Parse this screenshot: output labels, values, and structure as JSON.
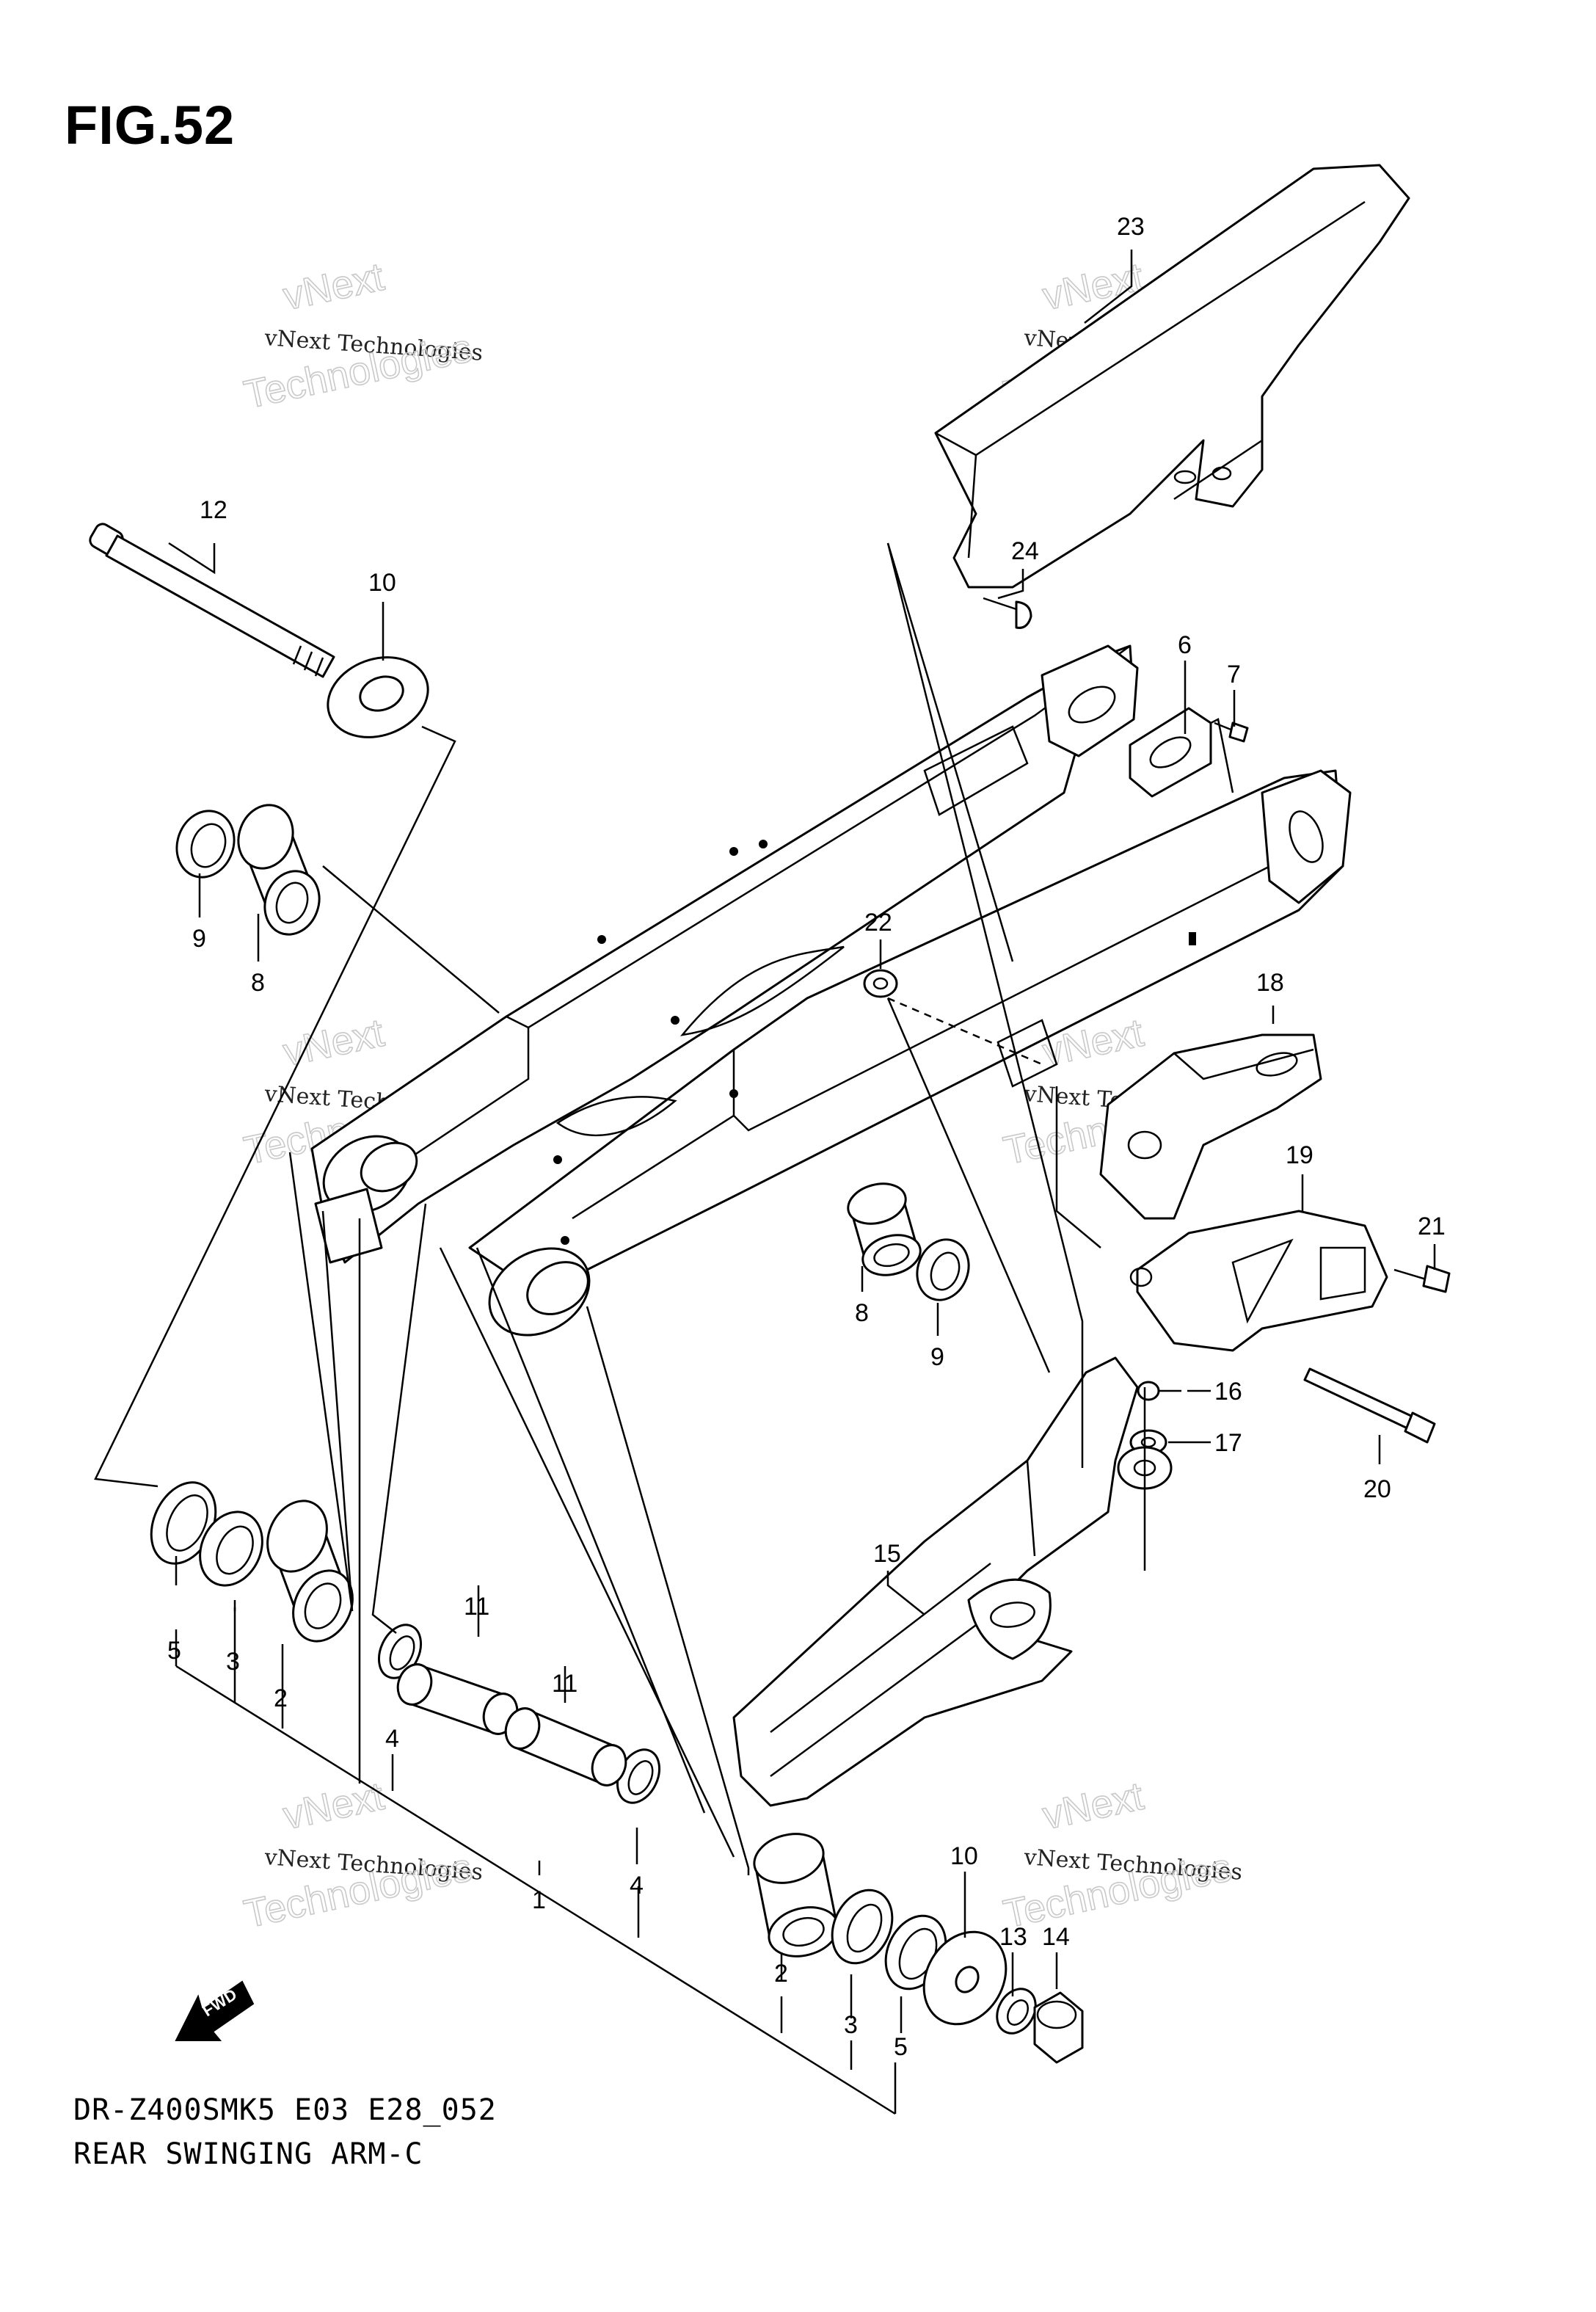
{
  "figure": {
    "title": "FIG.52",
    "model_code": "DR-Z400SMK5 E03 E28_052",
    "name": "REAR SWINGING ARM-C"
  },
  "watermark": {
    "line1": "vNext Technologies",
    "line2": "vNext",
    "line3": "Technologies"
  },
  "fwd_label": "FWD",
  "callouts": [
    {
      "id": "c23",
      "text": "23"
    },
    {
      "id": "c12",
      "text": "12"
    },
    {
      "id": "c10a",
      "text": "10"
    },
    {
      "id": "c24",
      "text": "24"
    },
    {
      "id": "c6",
      "text": "6"
    },
    {
      "id": "c7",
      "text": "7"
    },
    {
      "id": "c9a",
      "text": "9"
    },
    {
      "id": "c8a",
      "text": "8"
    },
    {
      "id": "c22",
      "text": "22"
    },
    {
      "id": "c18",
      "text": "18"
    },
    {
      "id": "c19",
      "text": "19"
    },
    {
      "id": "c21",
      "text": "21"
    },
    {
      "id": "c8b",
      "text": "8"
    },
    {
      "id": "c9b",
      "text": "9"
    },
    {
      "id": "c16",
      "text": "16"
    },
    {
      "id": "c17",
      "text": "17"
    },
    {
      "id": "c20",
      "text": "20"
    },
    {
      "id": "c15",
      "text": "15"
    },
    {
      "id": "c5a",
      "text": "5"
    },
    {
      "id": "c3a",
      "text": "3"
    },
    {
      "id": "c2a",
      "text": "2"
    },
    {
      "id": "c11a",
      "text": "11"
    },
    {
      "id": "c11b",
      "text": "11"
    },
    {
      "id": "c4a",
      "text": "4"
    },
    {
      "id": "c4b",
      "text": "4"
    },
    {
      "id": "c1",
      "text": "1"
    },
    {
      "id": "c10b",
      "text": "10"
    },
    {
      "id": "c13",
      "text": "13"
    },
    {
      "id": "c14",
      "text": "14"
    },
    {
      "id": "c2b",
      "text": "2"
    },
    {
      "id": "c3b",
      "text": "3"
    },
    {
      "id": "c5b",
      "text": "5"
    }
  ]
}
